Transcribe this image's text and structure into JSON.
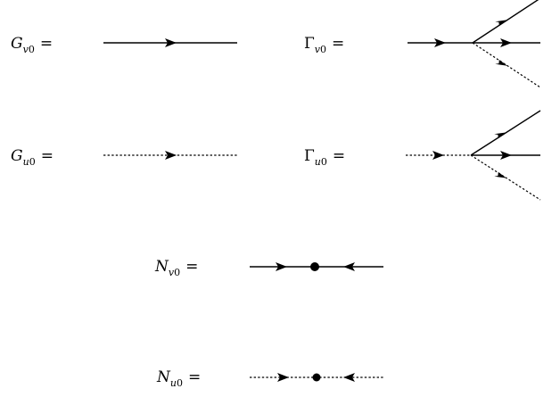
{
  "labels": {
    "G_v0": {
      "symbol": "G",
      "subscript_var": "v",
      "subscript_num": "0",
      "equals": "="
    },
    "Gamma_v0": {
      "symbol": "Γ",
      "subscript_var": "v",
      "subscript_num": "0",
      "equals": "="
    },
    "G_u0": {
      "symbol": "G",
      "subscript_var": "u",
      "subscript_num": "0",
      "equals": "="
    },
    "Gamma_u0": {
      "symbol": "Γ",
      "subscript_var": "u",
      "subscript_num": "0",
      "equals": "="
    },
    "N_v0": {
      "symbol": "N",
      "subscript_var": "v",
      "subscript_num": "0",
      "equals": "="
    },
    "N_u0": {
      "symbol": "N",
      "subscript_var": "u",
      "subscript_num": "0",
      "equals": "="
    }
  },
  "line_styles": {
    "v": "solid",
    "u": "dashed"
  },
  "colors": {
    "ink": "#000000",
    "background": "#ffffff"
  }
}
